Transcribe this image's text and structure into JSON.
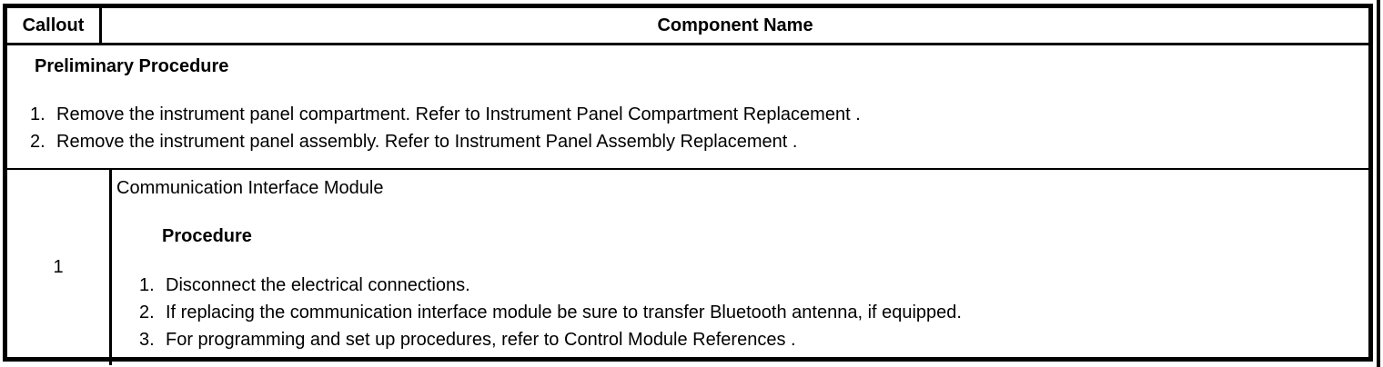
{
  "page": {
    "background_color": "#ffffff",
    "border_color": "#000000",
    "text_color": "#000000"
  },
  "table": {
    "header": {
      "callout": "Callout",
      "component_name": "Component Name"
    },
    "preliminary": {
      "heading": "Preliminary Procedure",
      "steps": [
        {
          "number": "1.",
          "text": "Remove the instrument panel compartment. Refer to ",
          "reference": "Instrument Panel Compartment Replacement",
          "suffix": " ."
        },
        {
          "number": "2.",
          "text": "Remove the instrument panel assembly. Refer to ",
          "reference": "Instrument Panel Assembly Replacement",
          "suffix": " ."
        }
      ]
    },
    "rows": [
      {
        "callout": "1",
        "component_name": "Communication Interface Module",
        "procedure_heading": "Procedure",
        "steps": [
          {
            "number": "1.",
            "text": "Disconnect the electrical connections.",
            "reference": "",
            "suffix": ""
          },
          {
            "number": "2.",
            "text": "If replacing the communication interface module be sure to transfer Bluetooth antenna, if equipped.",
            "reference": "",
            "suffix": ""
          },
          {
            "number": "3.",
            "text": "For programming and set up procedures, refer to ",
            "reference": "Control Module References",
            "suffix": " ."
          }
        ]
      }
    ]
  }
}
